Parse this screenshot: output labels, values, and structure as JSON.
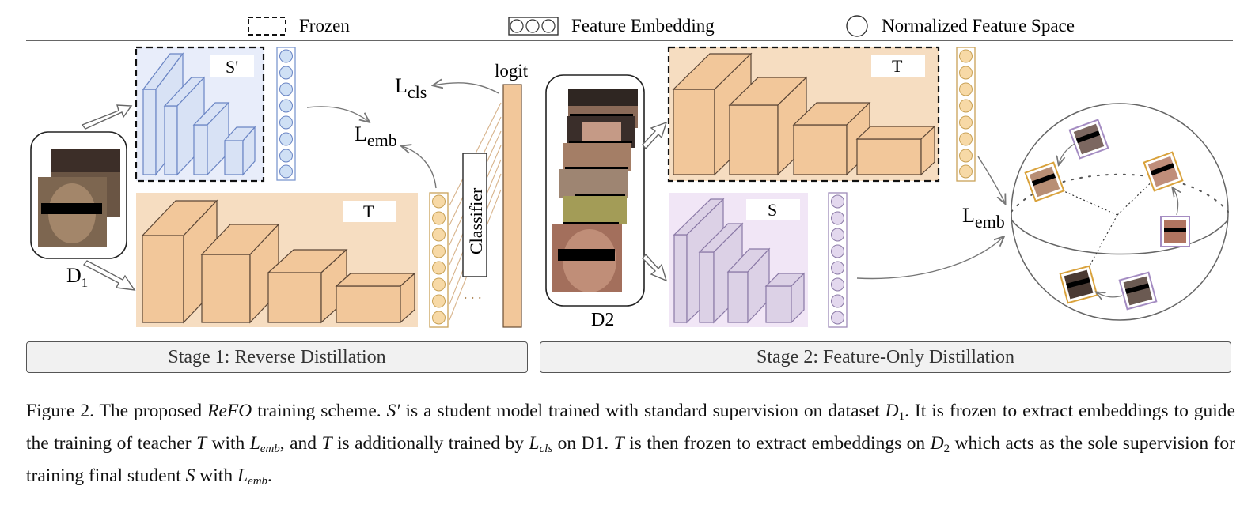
{
  "legend": {
    "frozen": "Frozen",
    "feature_embedding": "Feature Embedding",
    "normalized_space": "Normalized Feature Space"
  },
  "stage1": {
    "title": "Stage 1: Reverse Distillation",
    "student_frozen_label": "S'",
    "teacher_label": "T",
    "dataset_label": "D",
    "dataset_sub": "1",
    "classifier_label": "Classifier",
    "logit_label": "logit",
    "loss_cls": "L",
    "loss_cls_sub": "cls",
    "loss_emb": "L",
    "loss_emb_sub": "emb",
    "dots": ". . ."
  },
  "stage2": {
    "title": "Stage 2: Feature-Only Distillation",
    "teacher_label": "T",
    "student_label": "S",
    "dataset_label": "D2",
    "loss_emb": "L",
    "loss_emb_sub": "emb"
  },
  "caption": {
    "fig": "Figure 2.",
    "t1": "The proposed",
    "method": "ReFO",
    "t2": "training scheme.",
    "s_prime": "S′",
    "t3": "is a student model trained with standard supervision on dataset",
    "d": "D",
    "d_sub1": "1",
    "t4": ". It is frozen to extract embeddings to guide the training of teacher",
    "T": "T",
    "t5": "with",
    "L": "L",
    "emb": "emb",
    "t6": ", and",
    "t7": "is additionally trained by",
    "cls": "cls",
    "t8": "on D1.",
    "t9": "is then frozen to extract embeddings on",
    "d_sub2": "2",
    "t10": "which acts as the sole supervision for training final student",
    "S": "S",
    "t11": "with",
    "end": "."
  },
  "colors": {
    "teacher_fill": "#f6ddc1",
    "teacher_block": "#f2c79a",
    "student_frozen_fill": "#e8edfa",
    "student_frozen_block": "#d8e2f5",
    "student_fill": "#f1e6f6",
    "student_block": "#dcd1e6",
    "embed_teacher": "#f7d9a6",
    "embed_blue": "#cfe0f5",
    "embed_purple": "#e3d8ee"
  }
}
